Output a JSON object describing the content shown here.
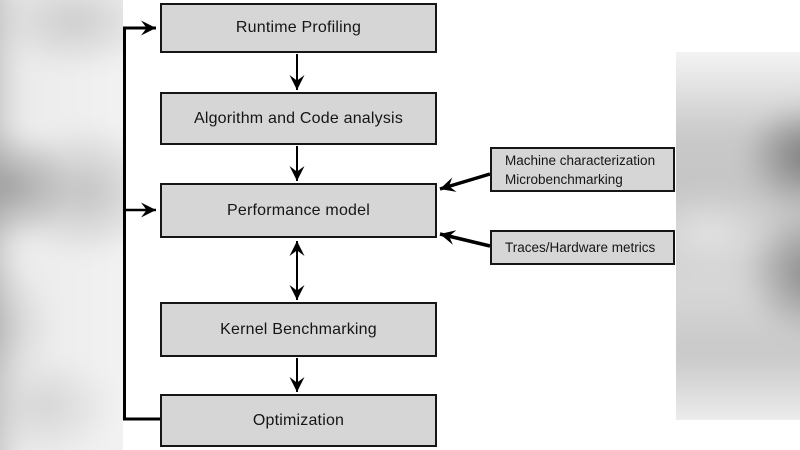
{
  "diagram": {
    "type": "flowchart",
    "background_color": "#ffffff",
    "node_fill_color": "#d6d6d6",
    "node_border_color": "#161616",
    "arrow_color": "#000000",
    "nodes": [
      {
        "id": "runtime-profiling",
        "label": "Runtime Profiling"
      },
      {
        "id": "algorithm-code-analysis",
        "label": "Algorithm and Code analysis"
      },
      {
        "id": "performance-model",
        "label": "Performance model"
      },
      {
        "id": "kernel-benchmarking",
        "label": "Kernel Benchmarking"
      },
      {
        "id": "optimization",
        "label": "Optimization"
      }
    ],
    "input_nodes": [
      {
        "id": "machine-characterization",
        "lines": [
          "Machine characterization",
          "Microbenchmarking"
        ]
      },
      {
        "id": "traces-hardware-metrics",
        "lines": [
          "Traces/Hardware metrics"
        ]
      }
    ],
    "edges": [
      {
        "from": "runtime-profiling",
        "to": "algorithm-code-analysis",
        "style": "down-arrow"
      },
      {
        "from": "algorithm-code-analysis",
        "to": "performance-model",
        "style": "down-arrow"
      },
      {
        "from": "performance-model",
        "to": "kernel-benchmarking",
        "style": "bidirectional-arrow"
      },
      {
        "from": "kernel-benchmarking",
        "to": "optimization",
        "style": "down-arrow"
      },
      {
        "from": "machine-characterization",
        "to": "performance-model",
        "style": "side-arrow"
      },
      {
        "from": "traces-hardware-metrics",
        "to": "performance-model",
        "style": "side-arrow"
      },
      {
        "from": "optimization",
        "to": "runtime-profiling",
        "style": "feedback-loop"
      },
      {
        "from": "optimization",
        "to": "performance-model",
        "style": "feedback-loop"
      }
    ]
  }
}
